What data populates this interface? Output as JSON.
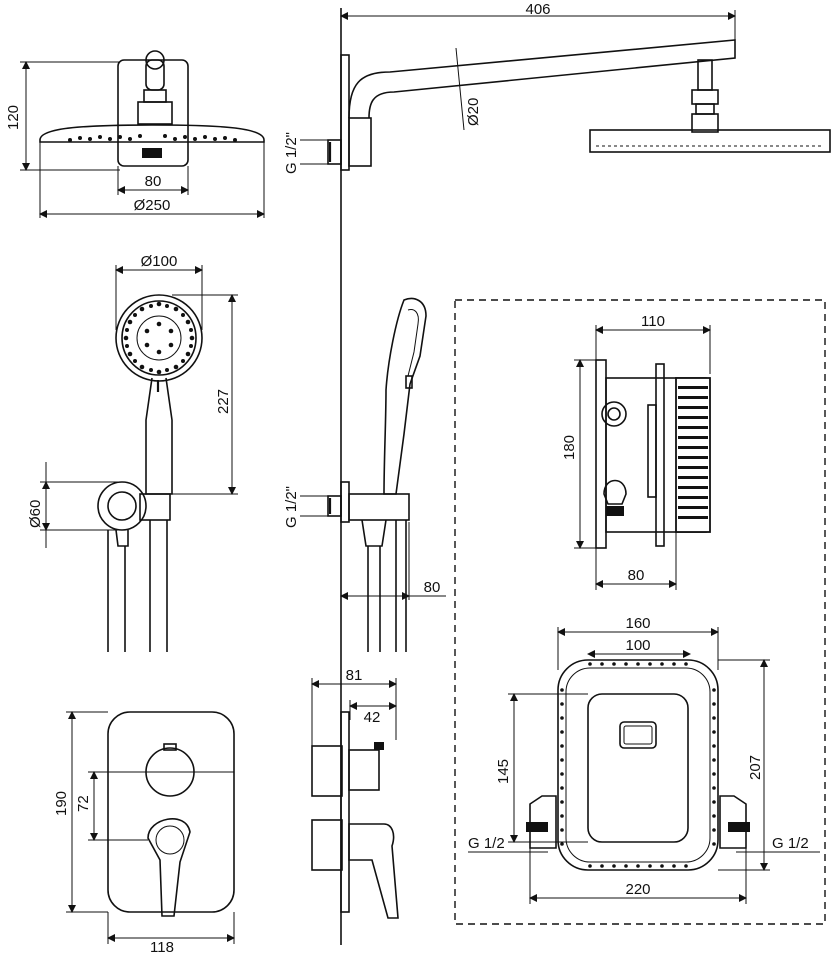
{
  "dimensions": {
    "arm_length": "406",
    "arm_diameter": "Ø20",
    "head_height": "120",
    "head_plate_width": "80",
    "head_diameter": "Ø250",
    "thread_overhead": "G 1/2\"",
    "hand_diameter": "Ø100",
    "hand_length": "227",
    "holder_diameter": "Ø60",
    "thread_hand": "G 1/2\"",
    "hand_projection": "80",
    "box_width": "110",
    "box_height": "180",
    "box_depth": "80",
    "frame_width": "160",
    "frame_inner_width": "100",
    "frame_inner_height": "145",
    "frame_height": "207",
    "frame_thread_left": "G 1/2",
    "frame_thread_right": "G 1/2",
    "frame_total_width": "220",
    "mixer_height": "190",
    "mixer_spacing": "72",
    "mixer_width": "118",
    "mixer_depth": "81",
    "mixer_trim_depth": "42"
  }
}
